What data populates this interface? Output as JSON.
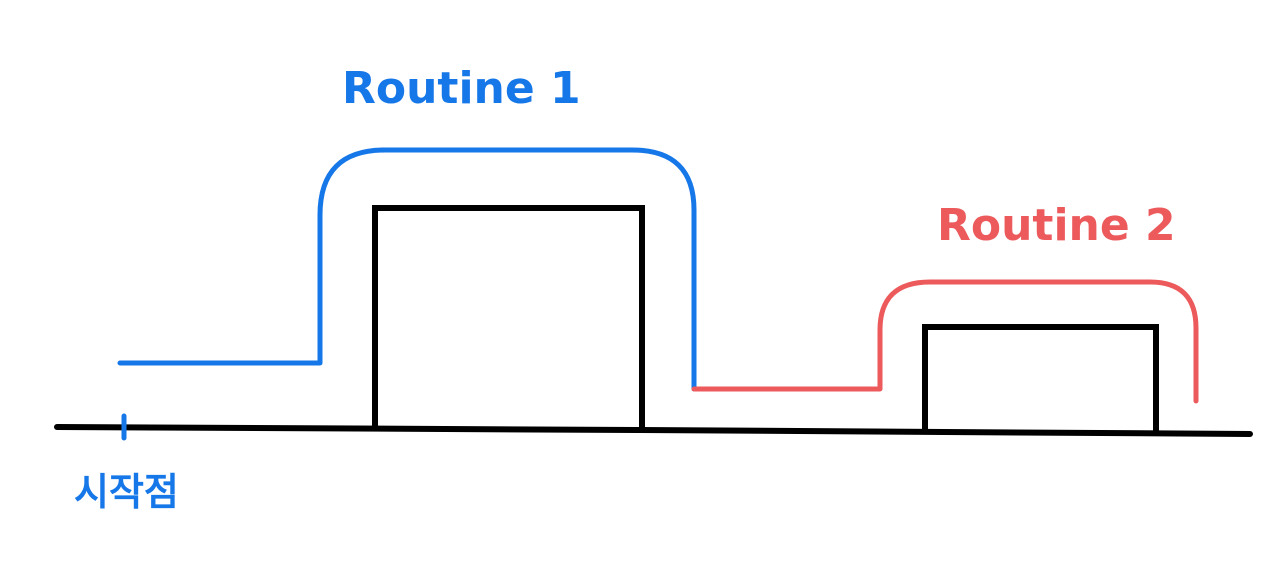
{
  "labels": {
    "routine1": "Routine 1",
    "routine2": "Routine 2",
    "start_point": "시작점"
  },
  "colors": {
    "routine1": "#1677e8",
    "routine2": "#ec5a5c",
    "ground": "#000000",
    "obstacle": "#000000",
    "background": "#ffffff"
  }
}
